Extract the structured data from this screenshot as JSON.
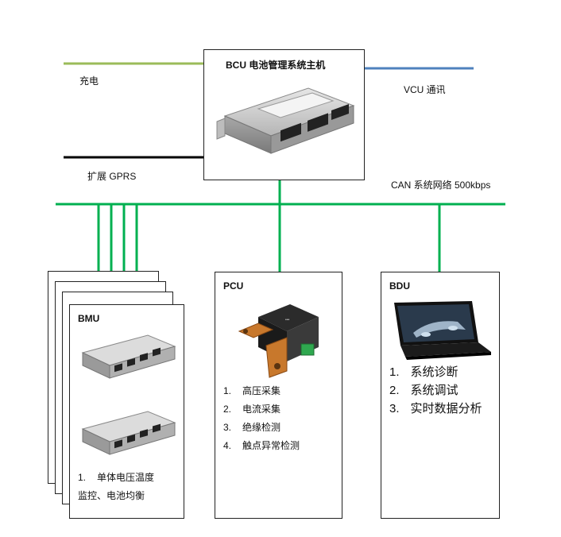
{
  "bcu": {
    "title": "BCU 电池管理系统主机"
  },
  "labels": {
    "charge": "充电",
    "vcu": "VCU 通讯",
    "gprs": "扩展 GPRS",
    "can": "CAN 系统网络 500kbps"
  },
  "bmu": {
    "title": "BMU",
    "items": [
      {
        "num": "1.",
        "text": "单体电压温度"
      },
      {
        "num": "",
        "text": "监控、电池均衡"
      }
    ]
  },
  "pcu": {
    "title": "PCU",
    "items": [
      {
        "num": "1.",
        "text": "高压采集"
      },
      {
        "num": "2.",
        "text": "电流采集"
      },
      {
        "num": "3.",
        "text": "绝缘检测"
      },
      {
        "num": "4.",
        "text": "触点异常检测"
      }
    ]
  },
  "bdu": {
    "title": "BDU",
    "items": [
      {
        "num": "1.",
        "text": "系统诊断"
      },
      {
        "num": "2.",
        "text": "系统调试"
      },
      {
        "num": "3.",
        "text": "实时数据分析"
      }
    ]
  },
  "colors": {
    "charge": "#9bbb59",
    "vcu": "#4f81bd",
    "gprs": "#000000",
    "can": "#00b050"
  }
}
